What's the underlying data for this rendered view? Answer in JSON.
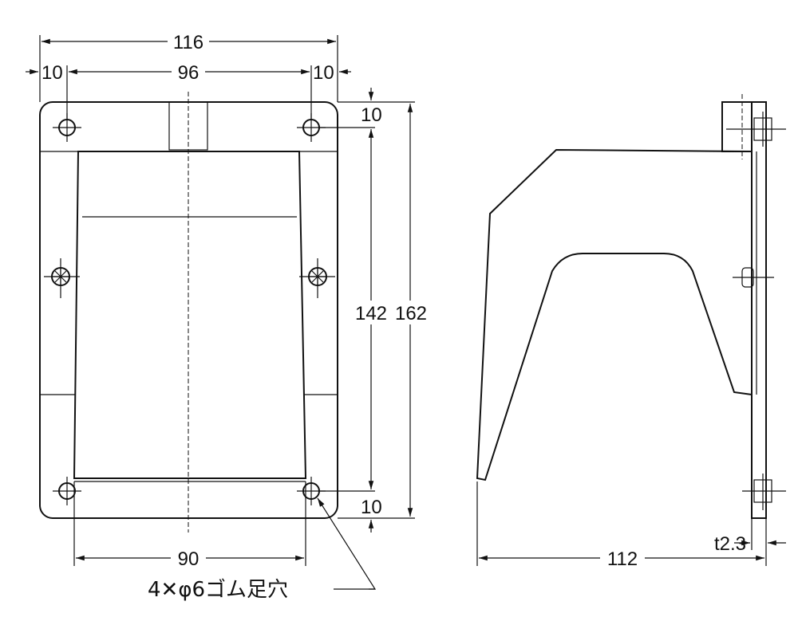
{
  "dimensions": {
    "overall_width": "116",
    "left_margin": "10",
    "hole_pitch_h": "96",
    "right_margin": "10",
    "top_offset": "10",
    "hole_pitch_v": "142",
    "overall_height": "162",
    "bottom_offset": "10",
    "bottom_width": "90",
    "depth": "112",
    "thickness": "t2.3"
  },
  "note": "4✕φ6ゴム足穴"
}
